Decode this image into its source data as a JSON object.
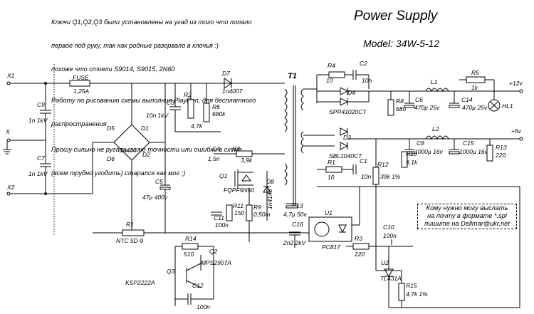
{
  "header": {
    "title": "Power Supply",
    "model": "Model:  34W-5-12"
  },
  "notes": [
    "Ключи Q1,Q2,Q3 были установлены на угад из того что попало",
    "первое под руку, так как родные разорвало в клочья :)",
    "похоже что стояли S9014, S9015, 2N60",
    "Работу по рисованию схемы выполнил PlayDen, для бесплатного",
    "распространения",
    "Прошу сильно не ругать за не точности или ошибки в схеме",
    "(всем трудно угодить) старался как мог ;)"
  ],
  "contact": [
    "Кому нужно могу выслать",
    "на почту в формате *.spl",
    "пишите на Dellmar@ukr.net"
  ],
  "terminals": {
    "x1": "X1",
    "x": "X",
    "x2": "X2",
    "plus12": "+12v",
    "plus5": "+5v"
  },
  "components": {
    "fuse": "FUSE",
    "fuse_val": "1,25A",
    "c9": "C9",
    "c9_val": "1n 1kV",
    "c7": "C7",
    "c7_val": "1n 1kV",
    "d5": "D5",
    "d1": "D1",
    "d1_val": "1n4007",
    "d6": "D6",
    "d2": "D2",
    "c3": "C3",
    "c3_val": "10n 1kV",
    "r2": "R2",
    "r2_val": "4,7k",
    "r6": "R6",
    "r6_val": "680k",
    "d7": "D7",
    "d7_val": "1n4007",
    "t1": "T1",
    "c4": "C4",
    "c4_val": "1,5n",
    "r7": "R7",
    "r7_val": "3,9k",
    "q1": "Q1",
    "q1_val": "FQPF5N50",
    "d8": "D8",
    "d8_val": "1n4148",
    "c5": "C5",
    "c5_val": "47µ 400v",
    "r11": "R11",
    "r11_val": "150",
    "r9": "R9",
    "r9_val": "0,50m",
    "c13": "C13",
    "c13_val": "4,7µ 50v",
    "c11": "C11",
    "c11_val": "100n",
    "c16": "C16",
    "c16_val": "2n2 2kV",
    "r1_ntc": "R1",
    "r1_ntc_val": "NTC 5D-9",
    "r14": "R14",
    "r14_val": "510",
    "q2": "Q2",
    "q2_val": "MPS2907A",
    "q3": "Q3",
    "q3_val": "KSP2222A",
    "c12": "C12",
    "c12_val": "100n",
    "r4": "R4",
    "r4_val": "10",
    "c2": "C2",
    "c2_val": "10n",
    "d4": "D4",
    "d4_val": "SPR41020CT",
    "r8": "R8",
    "r8_val": "680",
    "l1": "L1",
    "c6": "C6",
    "c6_val": "470µ 25v",
    "c14": "C14",
    "c14_val": "470µ 25v",
    "r5": "R5",
    "r5_val": "1k",
    "hl1": "HL1",
    "d3": "D3",
    "d3_val": "SBL1040CT",
    "l2": "L2",
    "r1b": "R1",
    "r1b_val": "10",
    "c1": "C1",
    "c1_val": "10n",
    "c8": "C8",
    "c8_val": "1000µ 16v",
    "c15": "C15",
    "c15_val": "1000µ 16v",
    "r10": "R10",
    "r10_val": "9,1k",
    "r12": "R12",
    "r12_val": "39k 1%",
    "r13": "R13",
    "r13_val": "220",
    "u1": "U1",
    "u1_val": "PC817",
    "r3": "R3",
    "r3_val": "220",
    "c10": "C10",
    "c10_val": "100n",
    "u2": "U2",
    "u2_val": "TL431A",
    "r15": "R15",
    "r15_val": "4,7k 1%"
  }
}
